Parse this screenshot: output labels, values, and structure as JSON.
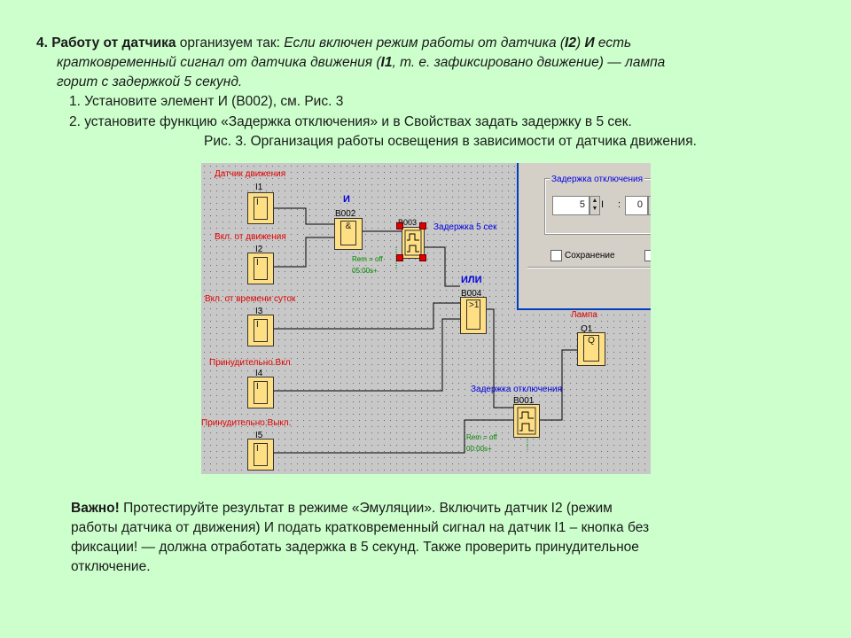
{
  "slide": {
    "p1_num_bold": "4. Работу от датчика",
    "p1_plain": " организуем так: ",
    "p1_ital1": "Если включен режим работы от датчика (",
    "p1_i2": "I2",
    "p1_ital2": ") ",
    "p1_and": "И",
    "p1_ital3": " есть",
    "p1_line2a": "кратковременный сигнал от датчика движения (",
    "p1_i1": "I1",
    "p1_line2b": ", т. е. зафиксировано движение) — лампа",
    "p1_line3": "горит с задержкой 5 секунд.",
    "step1": "1. Установите элемент И (B002), см. Рис. 3",
    "step2": "2. установите функцию «Задержка отключения» и в Свойствах задать задержку в 5 сек.",
    "caption": "Рис. 3. Организация работы освещения в зависимости от датчика движения.",
    "note_bold": "Важно!",
    "note_line1": " Протестируйте результат в режиме «Эмуляции». Включить датчик I2 (режим",
    "note_line2": "работы датчика от движения) И подать кратковременный сигнал на датчик I1 – кнопка без",
    "note_line3": "фиксации! — должна отработать задержка в 5 секунд. Также проверить принудительное",
    "note_line4": "отключение."
  },
  "diagram": {
    "inputs": [
      {
        "name": "Датчик движения",
        "id": "I1",
        "symbol": "I"
      },
      {
        "name": "Вкл. от движения",
        "id": "I2",
        "symbol": "I"
      },
      {
        "name": "Вкл. от времени суток",
        "id": "I3",
        "symbol": "I"
      },
      {
        "name": "Принудительно.Вкл",
        "id": "I4",
        "symbol": "I"
      },
      {
        "name": "Принудительно.Выкл.",
        "id": "I5",
        "symbol": "I"
      }
    ],
    "and_block": {
      "title": "И",
      "id": "B002",
      "symbol": "&"
    },
    "delay_block1": {
      "id": "B003",
      "label": "Задержка 5 сек",
      "rem": "Rem = off",
      "time": "05:00s+"
    },
    "or_block": {
      "title": "ИЛИ",
      "id": "B004",
      "symbol": ">1"
    },
    "lamp": {
      "title": "Лампа",
      "id": "Q1",
      "symbol": "Q"
    },
    "delay_block2": {
      "id": "B001",
      "label": "Задержка отключения",
      "rem": "Rem = off",
      "time": "00:00s+"
    }
  },
  "dialog": {
    "group_label": "Задержка отключения",
    "seconds_value": "5",
    "unit_sep": "I",
    "colon": ":",
    "fraction_value": "0",
    "checkbox_label": "Сохранение"
  }
}
